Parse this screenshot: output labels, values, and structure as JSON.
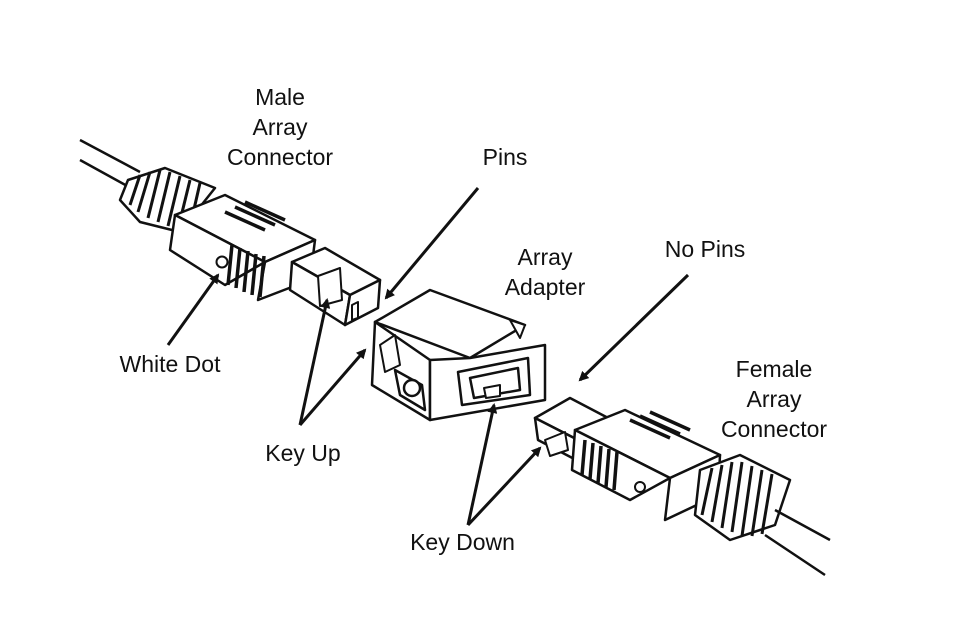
{
  "labels": {
    "male_array_connector": [
      "Male",
      "Array",
      "Connector"
    ],
    "pins": "Pins",
    "array_adapter": [
      "Array",
      "Adapter"
    ],
    "no_pins": "No Pins",
    "white_dot": "White Dot",
    "key_up": "Key Up",
    "female_array_connector": [
      "Female",
      "Array",
      "Connector"
    ],
    "key_down": "Key Down"
  }
}
